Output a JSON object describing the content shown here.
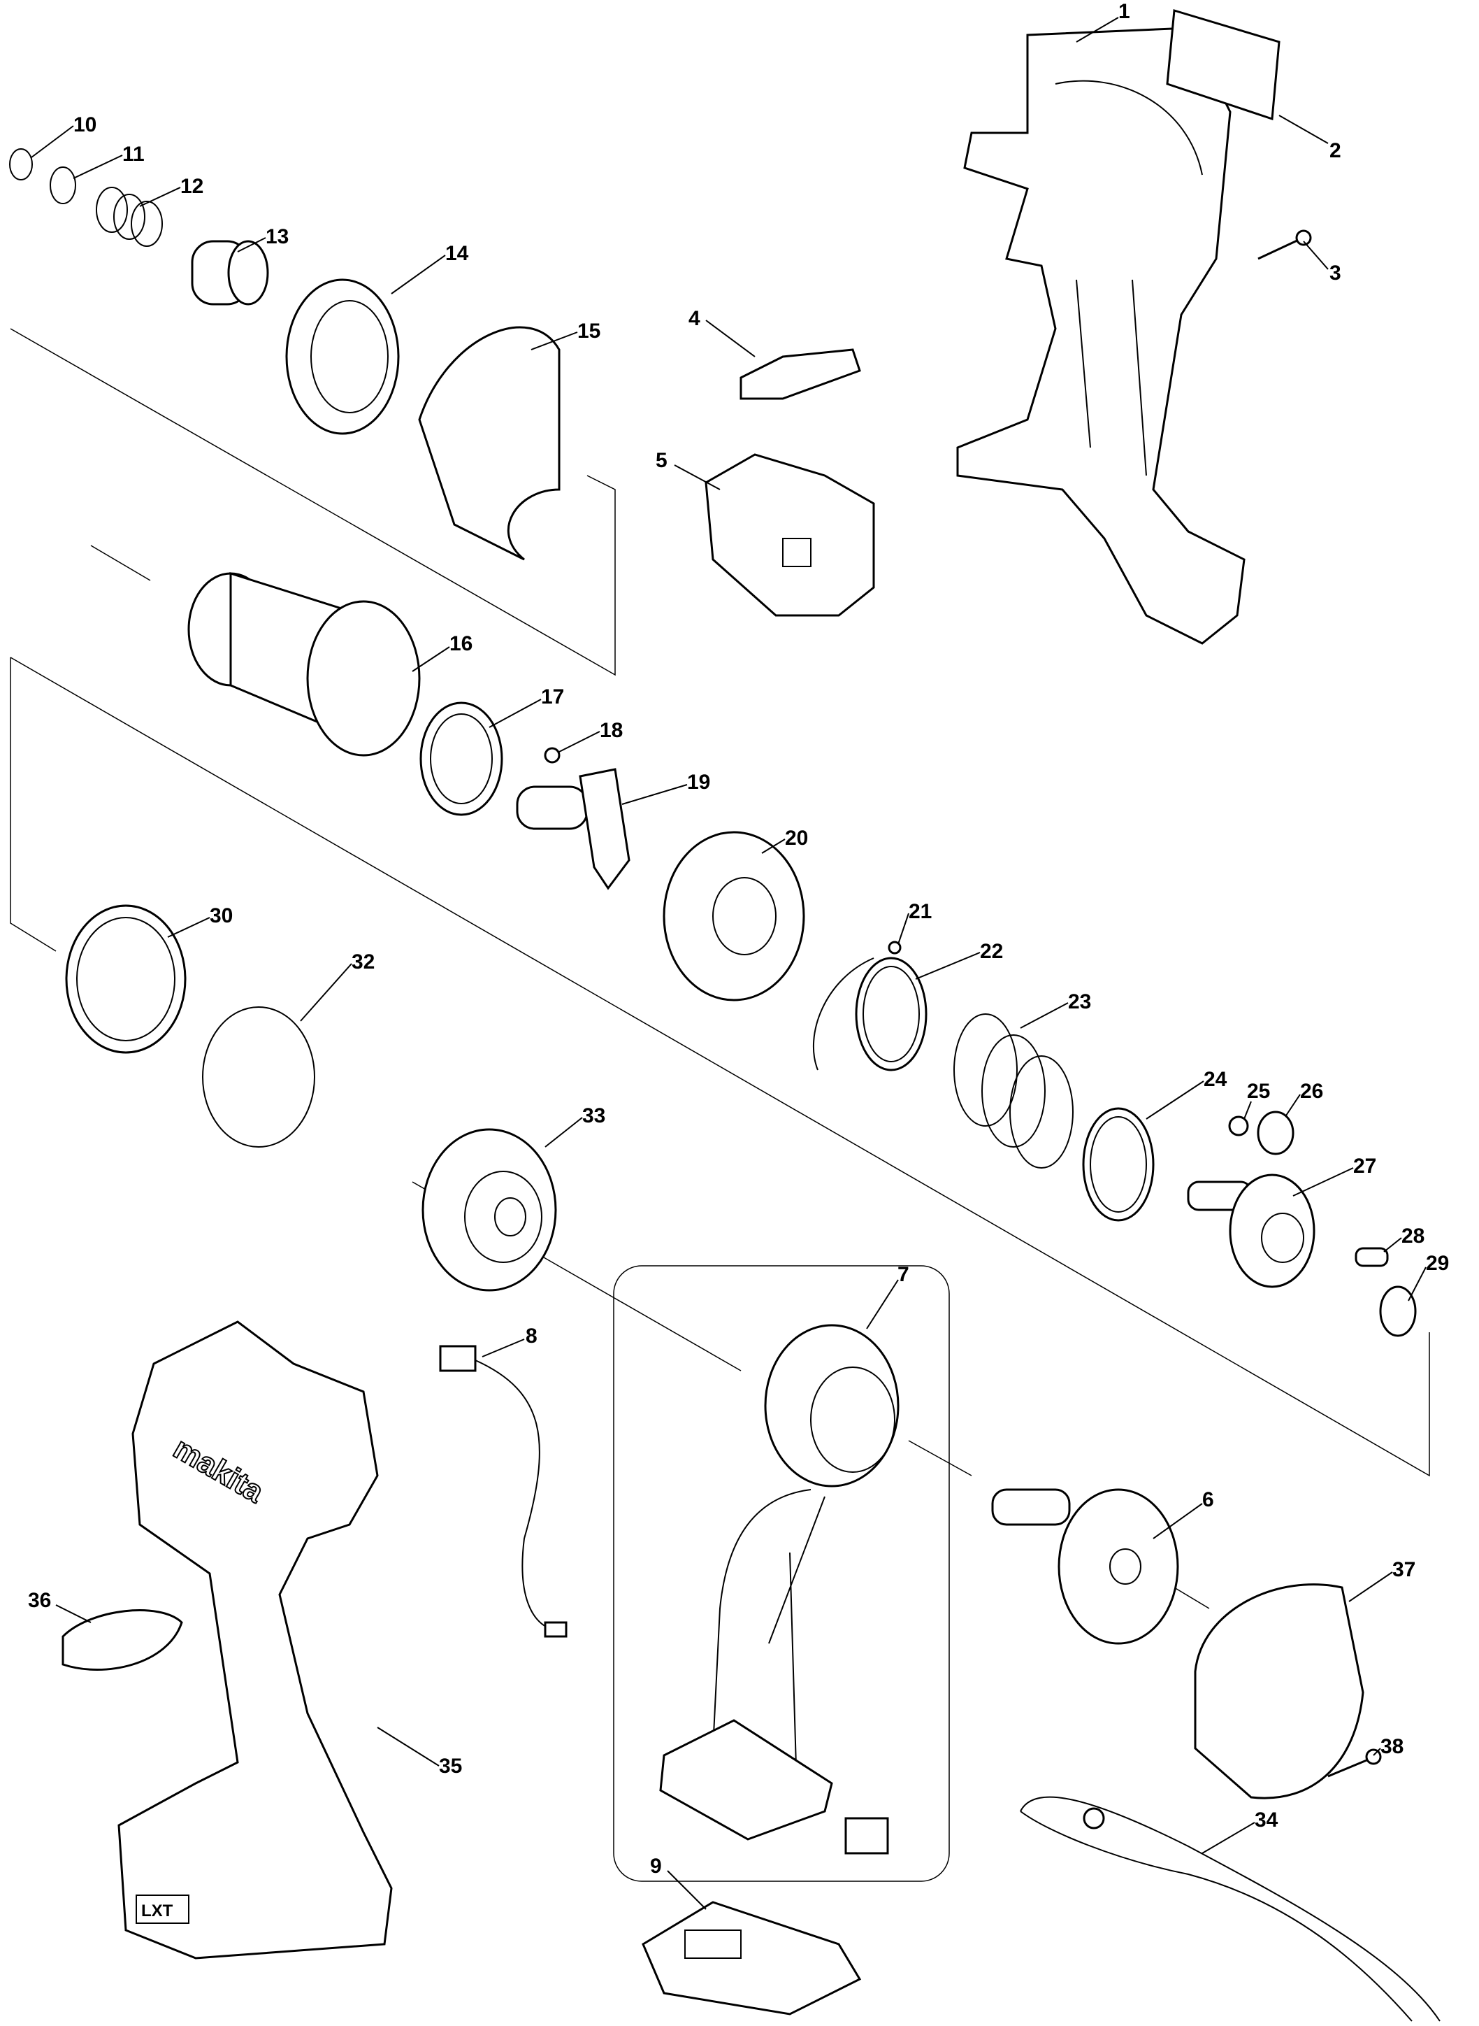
{
  "diagram": {
    "type": "exploded-parts-diagram",
    "brand_logo_text": "makita",
    "battery_logo_text": "LXT",
    "part_labels": {
      "p1": "1",
      "p2": "2",
      "p3": "3",
      "p4": "4",
      "p5": "5",
      "p6": "6",
      "p7": "7",
      "p8": "8",
      "p9": "9",
      "p10": "10",
      "p11": "11",
      "p12": "12",
      "p13": "13",
      "p14": "14",
      "p15": "15",
      "p16": "16",
      "p17": "17",
      "p18": "18",
      "p19": "19",
      "p20": "20",
      "p21": "21",
      "p22": "22",
      "p23": "23",
      "p24": "24",
      "p25": "25",
      "p26": "26",
      "p27": "27",
      "p28": "28",
      "p29": "29",
      "p30": "30",
      "p32": "32",
      "p33": "33",
      "p34": "34",
      "p35": "35",
      "p36": "36",
      "p37": "37",
      "p38": "38"
    }
  }
}
